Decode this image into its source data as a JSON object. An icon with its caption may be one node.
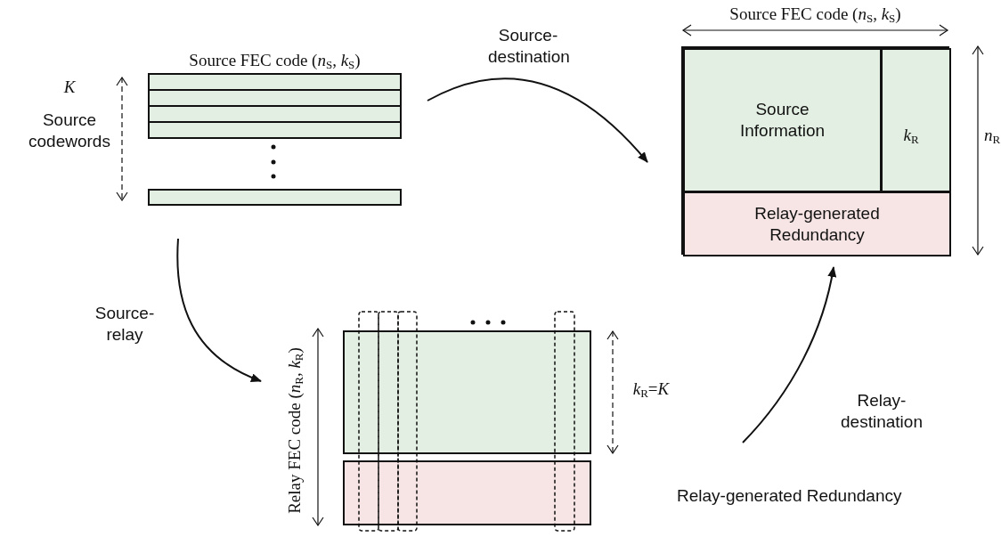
{
  "diagram": {
    "nodes": [
      {
        "text": [
          "Source FEC code (*n*$_{S}$, *k*$_{S}$)"
        ]
      },
      {
        "text": [],
        "shape": "box"
      },
      {
        "text": [
          "Source Information"
        ],
        "in": 1
      },
      {
        "text": [],
        "shape": "box",
        "in": 1
      },
      {
        "text": [
          "Relay-generated Redundancy"
        ],
        "in": 1
      },
      {
        "text": [
          "Relay FEC code (*n*$_{R}$, *k*$_{R}$)"
        ]
      },
      {
        "text": [],
        "shape": "box",
        "in": 5
      },
      {
        "text": [],
        "shape": "box",
        "in": 5
      },
      {
        "text": [
          "Relay-generated Redundancy"
        ]
      }
    ],
    "edges": [
      {
        "from": 0,
        "to": 1,
        "arrow": "to",
        "label": "Source- destination"
      },
      {
        "from": 0,
        "to": 5,
        "arrow": "to",
        "label": "Source- relay"
      },
      {
        "from": 8,
        "to": 1,
        "arrow": "to",
        "label": "Relay- destination"
      }
    ],
    "labels": [
      "K",
      "Source codewords",
      "Source FEC code (*n*$_{S}$, *k*$_{S}$)",
      "*k*$_{R}$",
      "*n*$_{R}$",
      "*k*$_{R}$=*K*"
    ]
  }
}
